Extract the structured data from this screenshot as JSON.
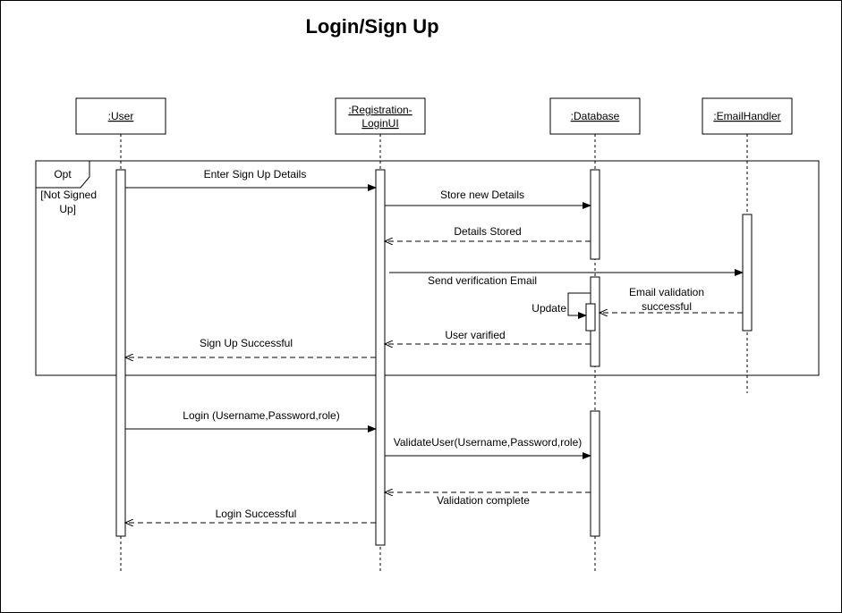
{
  "title": "Login/Sign Up",
  "participants": {
    "user": ":User",
    "ui_line1": ":Registration-",
    "ui_line2": "LoginUI",
    "database": ":Database",
    "email": ":EmailHandler"
  },
  "fragment": {
    "operator": "Opt",
    "guard_line1": "[Not Signed",
    "guard_line2": "Up]"
  },
  "messages": {
    "enter_signup": "Enter Sign Up Details",
    "store_details": "Store new Details",
    "details_stored": "Details Stored",
    "send_email": "Send verification Email",
    "email_valid_line1": "Email validation",
    "email_valid_line2": "successful",
    "update": "Update",
    "user_verified": "User varified",
    "signup_success": "Sign Up Successful",
    "login": "Login (Username,Password,role)",
    "validate_user": "ValidateUser(Username,Password,role)",
    "validation_complete": "Validation complete",
    "login_success": "Login Successful"
  }
}
